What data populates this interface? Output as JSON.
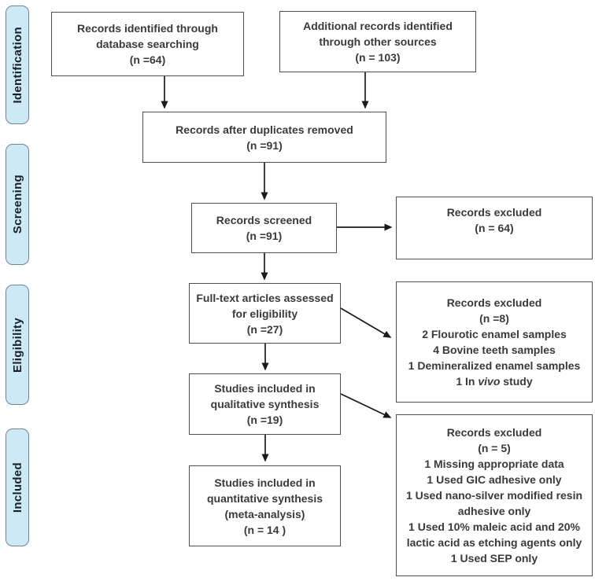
{
  "colors": {
    "background": "#ffffff",
    "stage_fill": "#cde9f6",
    "stage_border": "#6f8691",
    "stage_text": "#17202b",
    "box_border": "#4d4d4d",
    "text": "#3a3a3a",
    "arrow": "#1a1a1a",
    "squiggle": "#3b4fd8"
  },
  "stages": {
    "identification": "Identification",
    "screening": "Screening",
    "eligibility": "Eligibility",
    "included": "Included"
  },
  "boxes": {
    "identified": {
      "lines": [
        "Records identified through",
        "database searching",
        "(n =64)"
      ]
    },
    "additional": {
      "lines": [
        "Additional records identified",
        "through other sources",
        "(n = 103)"
      ]
    },
    "duplicates": {
      "lines": [
        "Records after duplicates removed",
        "(n =91)"
      ]
    },
    "screened": {
      "lines": [
        "Records screened",
        "(n =91)"
      ]
    },
    "excluded_screening": {
      "title": "Records excluded",
      "count": "(n = 64)"
    },
    "fulltext": {
      "lines": [
        "Full-text articles assessed",
        "for eligibility",
        "(n =27)"
      ]
    },
    "excluded_eligibility": {
      "title": "Records excluded",
      "count": "(n =8)",
      "items": [
        "2 Flourotic enamel samples",
        "4 Bovine teeth samples",
        "1 Demineralized enamel samples"
      ],
      "invivo_pre": "1 In ",
      "invivo_italic": "vivo",
      "invivo_post": " study"
    },
    "qualitative": {
      "lines": [
        "Studies included in",
        "qualitative synthesis",
        "(n =19)"
      ]
    },
    "excluded_quant": {
      "title": "Records excluded",
      "count": "(n = 5)",
      "items": [
        "1 Missing appropriate data",
        "1 Used GIC adhesive only",
        "1 Used nano-silver modified resin adhesive only",
        "1 Used 10% maleic acid and 20% lactic acid as etching agents only",
        "1 Used SEP only"
      ]
    },
    "quantitative": {
      "line1": "Studies included in",
      "line2": "quantitative synthesis",
      "line3_pre": "(meta-analysis",
      "line3_mark": ")",
      "line4": "(n = 14 )"
    }
  }
}
